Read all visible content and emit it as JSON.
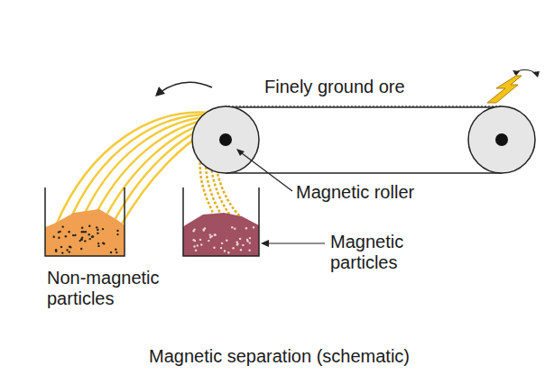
{
  "diagram": {
    "caption": "Magnetic separation (schematic)",
    "labels": [
      "Finely ground ore",
      "Magnetic roller",
      "Magnetic particles",
      "Non-magnetic particles"
    ]
  }
}
